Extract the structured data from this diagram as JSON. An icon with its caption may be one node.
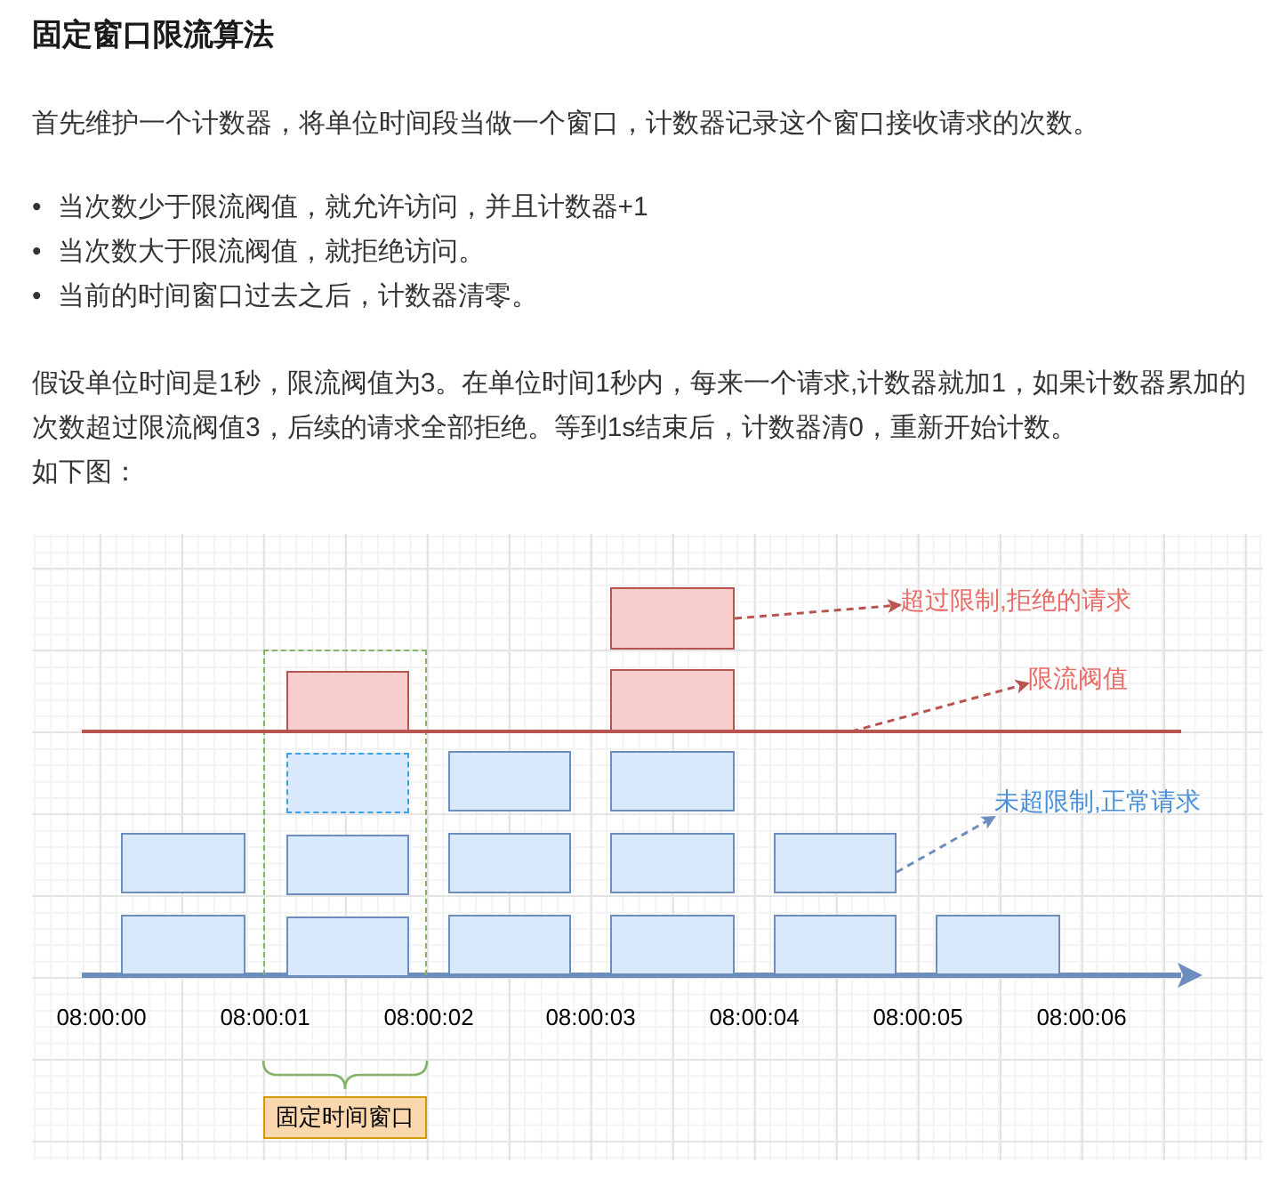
{
  "diagram": {
    "title": "固定窗口限流算法",
    "nodes": [
      {
        "text": [],
        "shape": "box"
      },
      {
        "text": [],
        "shape": "box"
      },
      {
        "text": [],
        "shape": "box",
        "in": 0
      },
      {
        "text": [],
        "shape": "box"
      },
      {
        "text": [],
        "shape": "box",
        "in": 0
      },
      {
        "text": [],
        "shape": "box"
      },
      {
        "text": [],
        "shape": "box"
      },
      {
        "text": [],
        "shape": "box"
      },
      {
        "text": [],
        "shape": "box",
        "in": 0
      },
      {
        "text": [],
        "shape": "box"
      },
      {
        "text": [],
        "shape": "box"
      },
      {
        "text": [],
        "shape": "box"
      },
      {
        "text": [],
        "shape": "box"
      },
      {
        "text": [],
        "shape": "box",
        "in": 0
      },
      {
        "text": [],
        "shape": "box"
      },
      {
        "text": [],
        "shape": "box"
      },
      {
        "text": [],
        "shape": "box"
      },
      {
        "text": [],
        "shape": "box"
      },
      {
        "text": [],
        "shape": "bar"
      },
      {
        "text": [
          "超过限制,拒绝的请求"
        ]
      },
      {
        "text": [
          "限流阀值"
        ]
      },
      {
        "text": [
          "未超限制,正常请求"
        ]
      },
      {
        "text": [
          "固定时间窗口"
        ]
      }
    ],
    "edges": [
      {
        "from": 1,
        "to": 19,
        "arrow": "to",
        "style": "dashed",
        "color": "#b85450"
      },
      {
        "from": 18,
        "to": 20,
        "arrow": "to",
        "style": "dashed",
        "color": "#b85450"
      },
      {
        "from": 11,
        "to": 21,
        "arrow": "to",
        "style": "dashed",
        "color": "#6c8ebf"
      }
    ],
    "labels": [
      "首先维护一个计数器，将单位时间段当做一个窗口，计数器记录这个窗口接收请求的次数。",
      "•",
      "当次数少于限流阀值，就允许访问，并且计数器+1",
      "•",
      "当次数大于限流阀值，就拒绝访问。",
      "•",
      "当前的时间窗口过去之后，计数器清零。",
      "假设单位时间是1秒，限流阀值为3。在单位时间1秒内，每来一个请求,计数器就加1，如果计数器累加的次数超过限流阀值3，后续的请求全部拒绝。等到1s结束后，计数器清0，重新开始计数。",
      "如下图：",
      "08:00:00",
      "08:00:01",
      "08:00:02",
      "08:00:03",
      "08:00:04",
      "08:00:05",
      "08:00:06"
    ]
  }
}
